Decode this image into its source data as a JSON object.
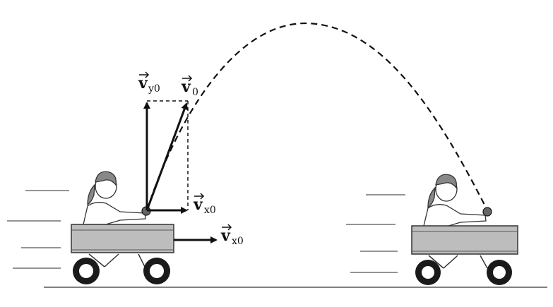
{
  "labels": {
    "v_y0": {
      "symbol": "v",
      "subscript": "y0"
    },
    "v_0": {
      "symbol": "v",
      "subscript": "0"
    },
    "v_x0_ball": {
      "symbol": "v",
      "subscript": "x0"
    },
    "v_x0_wagon": {
      "symbol": "v",
      "subscript": "x0"
    }
  },
  "colors": {
    "ink": "#111111",
    "wagon_body": "#bdbdbd",
    "wheel": "#1a1a1a",
    "wheel_hub": "#ffffff"
  }
}
